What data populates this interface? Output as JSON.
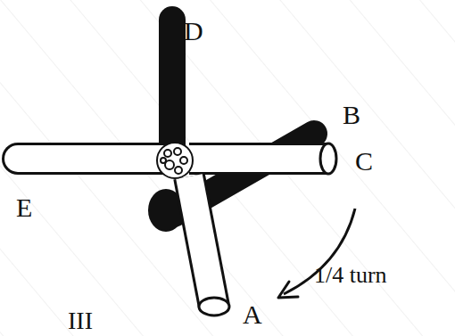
{
  "diagram": {
    "labels": [
      "D",
      "B",
      "C",
      "E",
      "A",
      "1/4 turn",
      "III"
    ]
  }
}
